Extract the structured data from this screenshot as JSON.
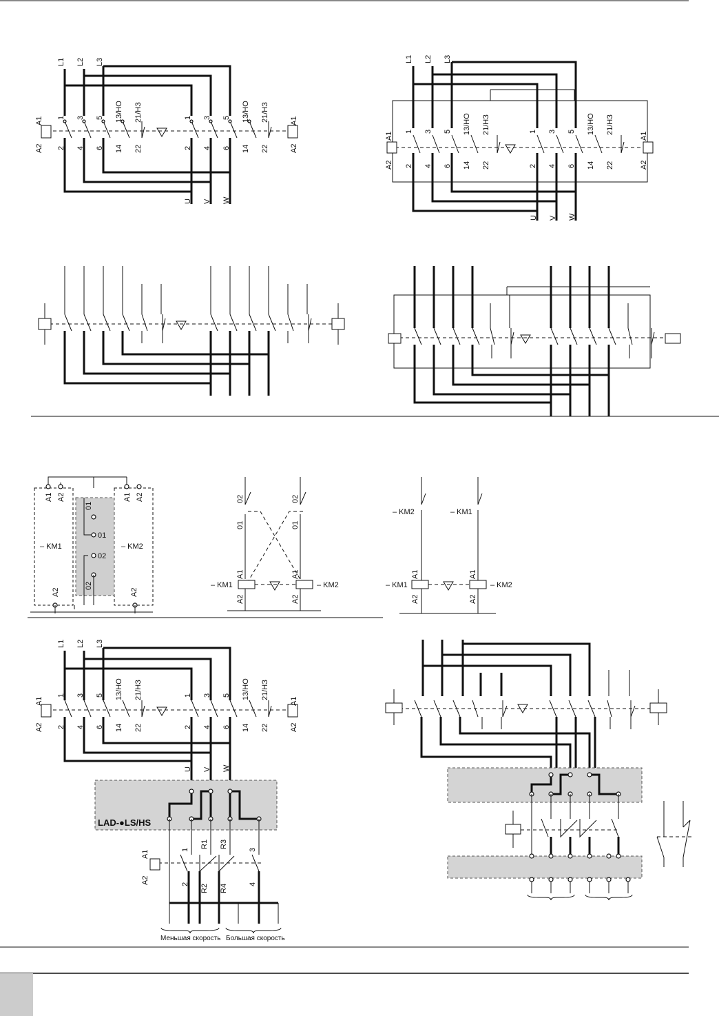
{
  "labels": {
    "l1": "L1",
    "l2": "L2",
    "l3": "L3",
    "u": "U",
    "v": "V",
    "w": "W",
    "a1": "A1",
    "a2": "A2",
    "t1": "1",
    "t2": "2",
    "t3": "3",
    "t4": "4",
    "t5": "5",
    "t6": "6",
    "no": "13/НО",
    "nc": "21/НЗ",
    "t14": "14",
    "t22": "22",
    "km1": "– KM1",
    "km2": "– KM2",
    "c01": "01",
    "c02": "02",
    "r1": "R1",
    "r2": "R2",
    "r3": "R3",
    "r4": "R4",
    "module": "LAD-●LS/HS",
    "low_speed": "Меньшая скорость",
    "high_speed": "Большая скорость"
  },
  "colors": {
    "line": "#111111",
    "shade": "#d4d4d4",
    "tab": "#cccccc"
  }
}
